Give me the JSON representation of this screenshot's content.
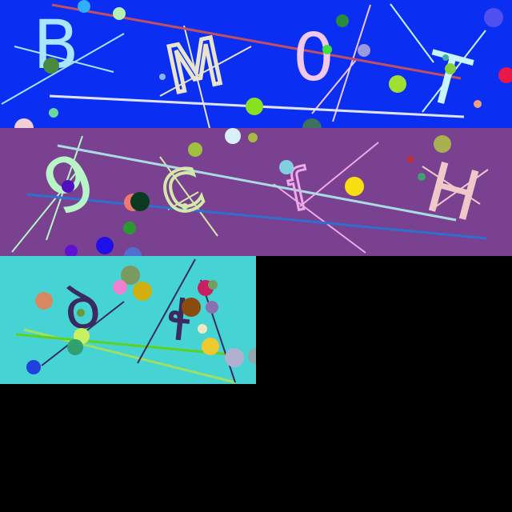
{
  "background_color": "#000000",
  "panels": [
    {
      "name": "panel-blue",
      "color": "#0b2ff2",
      "glyphs": [
        {
          "char": "B",
          "color": "#a8e6ff",
          "style": "plain"
        },
        {
          "char": "M",
          "color": "#e8e4cf",
          "style": "outline"
        },
        {
          "char": "0",
          "color": "#f0c8ec",
          "style": "plain"
        },
        {
          "char": "T",
          "color": "#c8f4ff",
          "style": "plain"
        }
      ]
    },
    {
      "name": "panel-purple",
      "color": "#7a4191",
      "glyphs": [
        {
          "char": "9",
          "color": "#b7f5c7",
          "style": "plain"
        },
        {
          "char": "C",
          "color": "#d4e8a8",
          "style": "outline"
        },
        {
          "char": "ſ",
          "color": "#f0a8e8",
          "style": "outline"
        },
        {
          "char": "H",
          "color": "#efc9c9",
          "style": "plain"
        }
      ]
    },
    {
      "name": "panel-teal",
      "color": "#46d3d3",
      "glyphs": [
        {
          "char": "ꝺ",
          "color": "#3a2a60",
          "style": "plain"
        },
        {
          "char": "ɬ",
          "color": "#3a2a60",
          "style": "plain"
        }
      ]
    }
  ]
}
